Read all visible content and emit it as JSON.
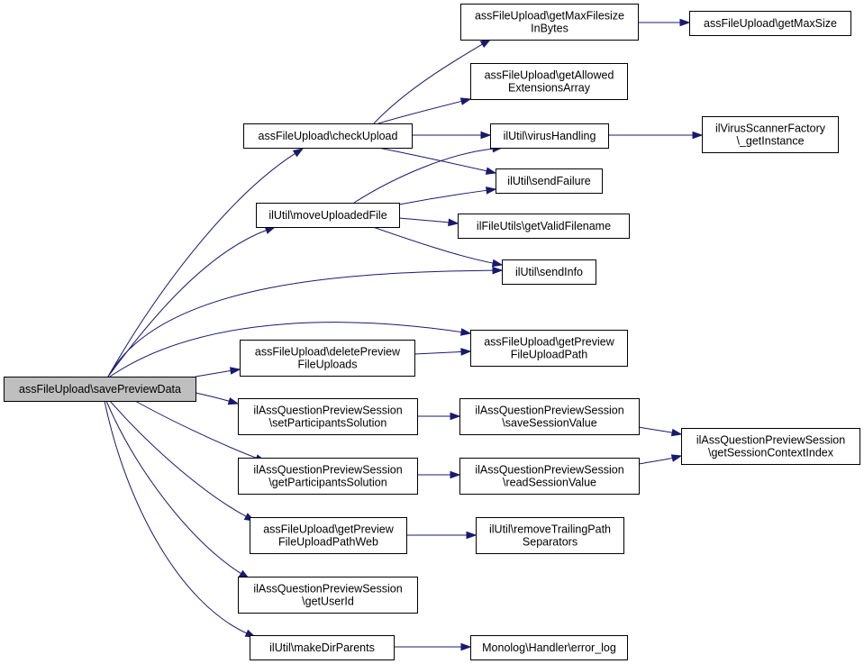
{
  "colors": {
    "edge": "#191970",
    "root_fill": "#bfbfbf",
    "node_fill": "#ffffff",
    "node_border": "#000000"
  },
  "nodes": [
    {
      "id": "saveCallerRoot",
      "lines": [
        "assFileUpload\\savePreviewData"
      ]
    },
    {
      "id": "checkUpload",
      "lines": [
        "assFileUpload\\checkUpload"
      ]
    },
    {
      "id": "getMaxFilesizeInBytes",
      "lines": [
        "assFileUpload\\getMaxFilesize",
        "InBytes"
      ]
    },
    {
      "id": "getMaxSize",
      "lines": [
        "assFileUpload\\getMaxSize"
      ]
    },
    {
      "id": "getAllowedExtensionsArray",
      "lines": [
        "assFileUpload\\getAllowed",
        "ExtensionsArray"
      ]
    },
    {
      "id": "virusHandling",
      "lines": [
        "ilUtil\\virusHandling"
      ]
    },
    {
      "id": "virusScannerGetInstance",
      "lines": [
        "ilVirusScannerFactory",
        "\\_getInstance"
      ]
    },
    {
      "id": "sendFailure",
      "lines": [
        "ilUtil\\sendFailure"
      ]
    },
    {
      "id": "moveUploadedFile",
      "lines": [
        "ilUtil\\moveUploadedFile"
      ]
    },
    {
      "id": "getValidFilename",
      "lines": [
        "ilFileUtils\\getValidFilename"
      ]
    },
    {
      "id": "sendInfo",
      "lines": [
        "ilUtil\\sendInfo"
      ]
    },
    {
      "id": "deletePreviewFileUploads",
      "lines": [
        "assFileUpload\\deletePreview",
        "FileUploads"
      ]
    },
    {
      "id": "getPreviewFileUploadPath",
      "lines": [
        "assFileUpload\\getPreview",
        "FileUploadPath"
      ]
    },
    {
      "id": "setParticipantsSolution",
      "lines": [
        "ilAssQuestionPreviewSession",
        "\\setParticipantsSolution"
      ]
    },
    {
      "id": "saveSessionValue",
      "lines": [
        "ilAssQuestionPreviewSession",
        "\\saveSessionValue"
      ]
    },
    {
      "id": "getSessionContextIndex",
      "lines": [
        "ilAssQuestionPreviewSession",
        "\\getSessionContextIndex"
      ]
    },
    {
      "id": "getParticipantsSolution",
      "lines": [
        "ilAssQuestionPreviewSession",
        "\\getParticipantsSolution"
      ]
    },
    {
      "id": "readSessionValue",
      "lines": [
        "ilAssQuestionPreviewSession",
        "\\readSessionValue"
      ]
    },
    {
      "id": "getPreviewFileUploadPathWeb",
      "lines": [
        "assFileUpload\\getPreview",
        "FileUploadPathWeb"
      ]
    },
    {
      "id": "removeTrailingPathSeparators",
      "lines": [
        "ilUtil\\removeTrailingPath",
        "Separators"
      ]
    },
    {
      "id": "getUserId",
      "lines": [
        "ilAssQuestionPreviewSession",
        "\\getUserId"
      ]
    },
    {
      "id": "makeDirParents",
      "lines": [
        "ilUtil\\makeDirParents"
      ]
    },
    {
      "id": "errorLog",
      "lines": [
        "Monolog\\Handler\\error_log"
      ]
    }
  ],
  "edges": [
    [
      "saveCallerRoot",
      "checkUpload"
    ],
    [
      "saveCallerRoot",
      "moveUploadedFile"
    ],
    [
      "saveCallerRoot",
      "sendInfo"
    ],
    [
      "saveCallerRoot",
      "getPreviewFileUploadPath"
    ],
    [
      "saveCallerRoot",
      "deletePreviewFileUploads"
    ],
    [
      "saveCallerRoot",
      "setParticipantsSolution"
    ],
    [
      "saveCallerRoot",
      "getParticipantsSolution"
    ],
    [
      "saveCallerRoot",
      "getPreviewFileUploadPathWeb"
    ],
    [
      "saveCallerRoot",
      "getUserId"
    ],
    [
      "saveCallerRoot",
      "makeDirParents"
    ],
    [
      "checkUpload",
      "getMaxFilesizeInBytes"
    ],
    [
      "checkUpload",
      "getAllowedExtensionsArray"
    ],
    [
      "checkUpload",
      "virusHandling"
    ],
    [
      "checkUpload",
      "sendFailure"
    ],
    [
      "getMaxFilesizeInBytes",
      "getMaxSize"
    ],
    [
      "virusHandling",
      "virusScannerGetInstance"
    ],
    [
      "moveUploadedFile",
      "virusHandling"
    ],
    [
      "moveUploadedFile",
      "sendFailure"
    ],
    [
      "moveUploadedFile",
      "getValidFilename"
    ],
    [
      "moveUploadedFile",
      "sendInfo"
    ],
    [
      "deletePreviewFileUploads",
      "getPreviewFileUploadPath"
    ],
    [
      "setParticipantsSolution",
      "saveSessionValue"
    ],
    [
      "saveSessionValue",
      "getSessionContextIndex"
    ],
    [
      "getParticipantsSolution",
      "readSessionValue"
    ],
    [
      "readSessionValue",
      "getSessionContextIndex"
    ],
    [
      "getPreviewFileUploadPathWeb",
      "removeTrailingPathSeparators"
    ],
    [
      "makeDirParents",
      "errorLog"
    ]
  ]
}
